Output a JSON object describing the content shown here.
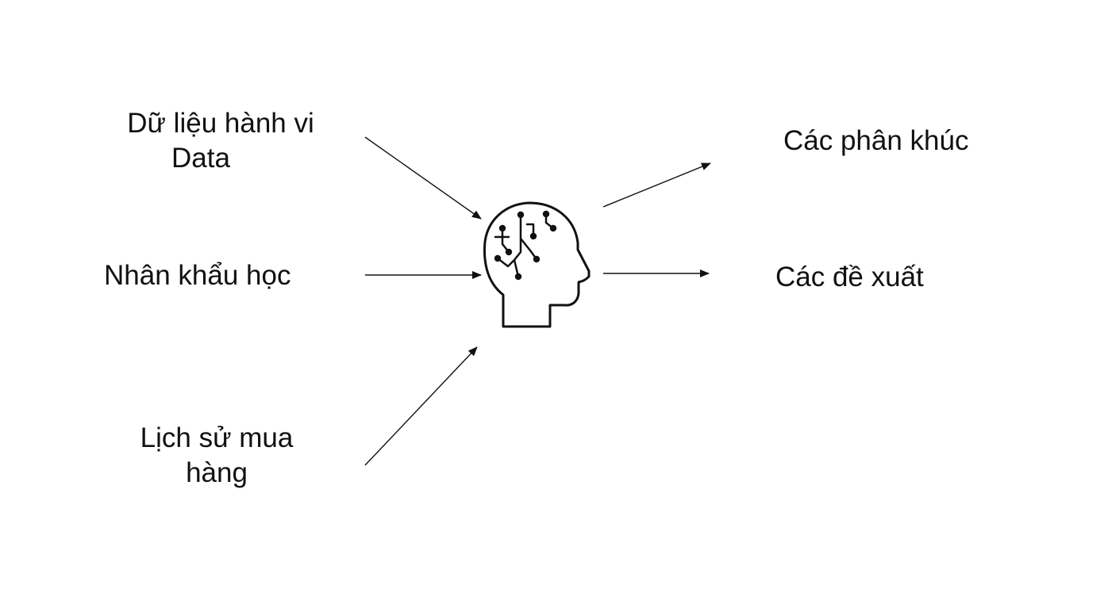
{
  "inputs": {
    "behavior": [
      "Dữ liệu hành vi",
      "Data"
    ],
    "demographics": "Nhân khẩu học",
    "purchase_history": [
      "Lịch sử mua",
      "hàng"
    ]
  },
  "center": {
    "icon": "ai-brain-head-icon"
  },
  "outputs": {
    "segments": "Các phân khúc",
    "recommendations": "Các đề xuất"
  },
  "colors": {
    "stroke": "#111111",
    "background": "#ffffff"
  }
}
